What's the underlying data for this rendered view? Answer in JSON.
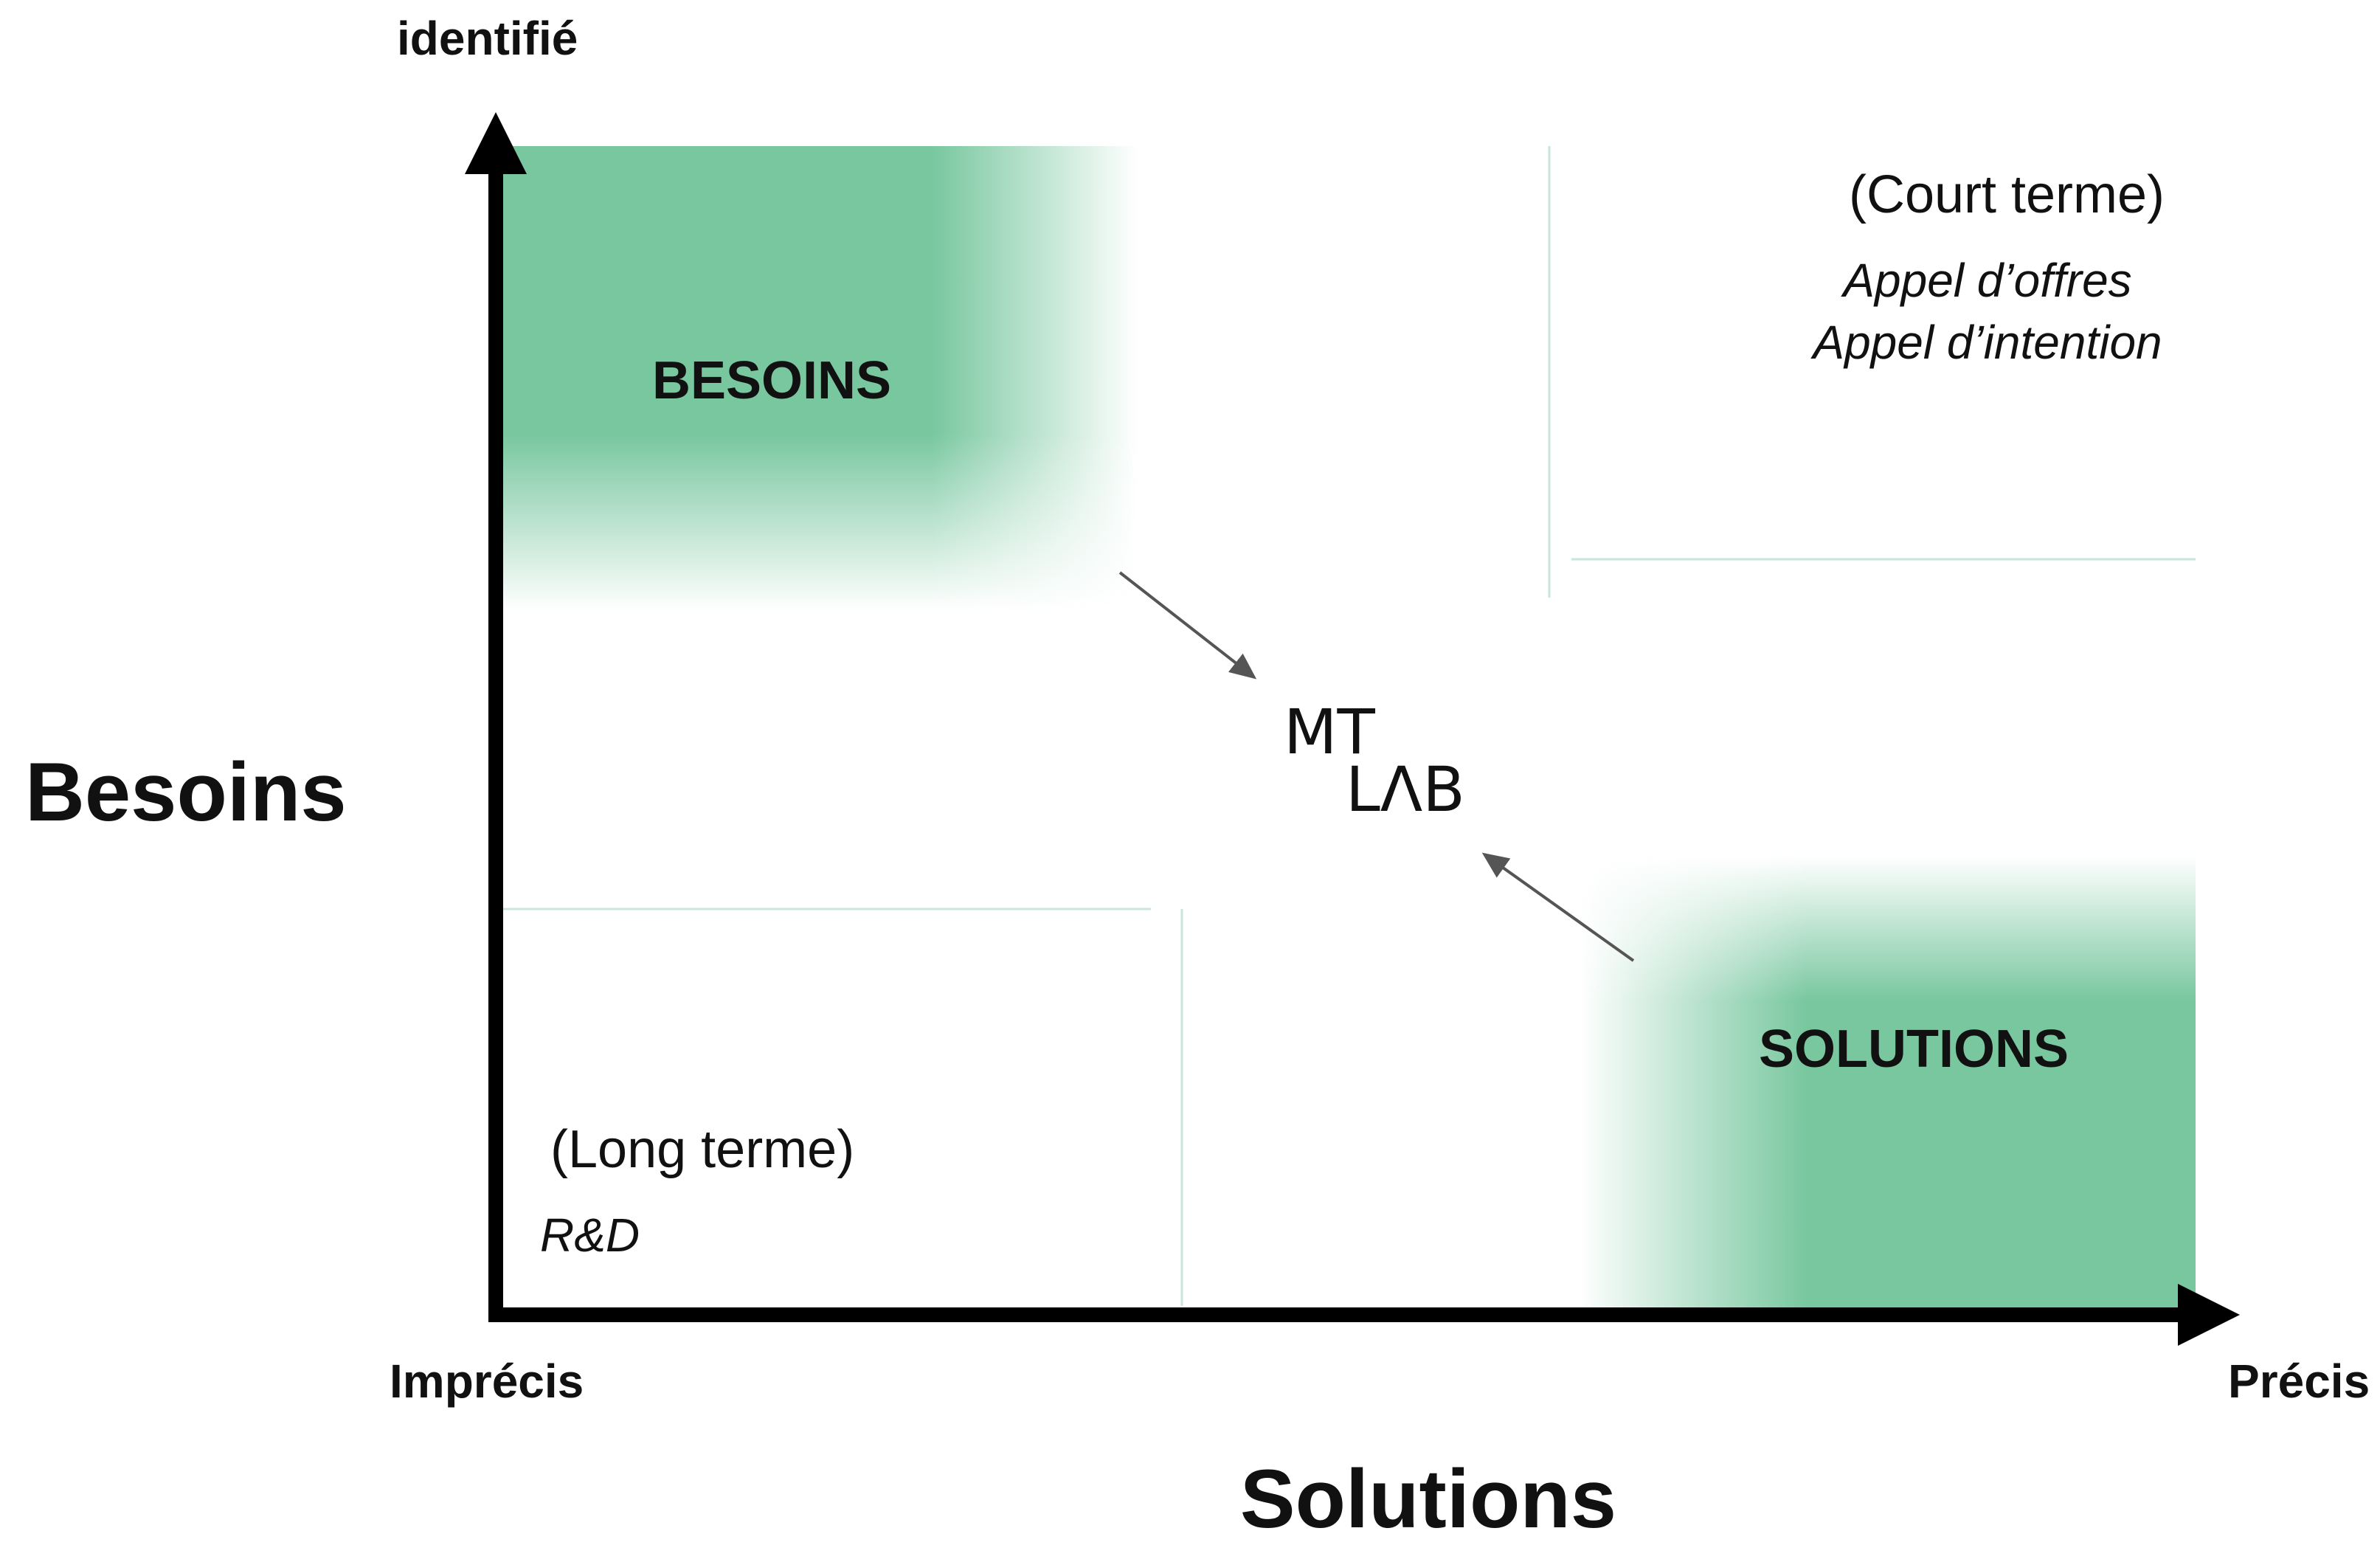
{
  "axes": {
    "y_title": "Besoins",
    "y_top_label": "identifié",
    "x_title": "Solutions",
    "x_left_label": "Imprécis",
    "x_right_label": "Précis"
  },
  "zones": {
    "besoins_label": "BESOINS",
    "solutions_label": "SOLUTIONS"
  },
  "quadrants": {
    "top_right": {
      "term": "(Court terme)",
      "examples": [
        "Appel d’offres",
        "Appel d’intention"
      ]
    },
    "bottom_left": {
      "term": "(Long terme)",
      "examples": [
        "R&D"
      ]
    }
  },
  "logo": {
    "top": "MT",
    "bottom": "LΛB"
  },
  "colors": {
    "zone_green": "#78c79f",
    "axis": "#000000",
    "arrow": "#555555",
    "divider": "#c8e6dc"
  }
}
